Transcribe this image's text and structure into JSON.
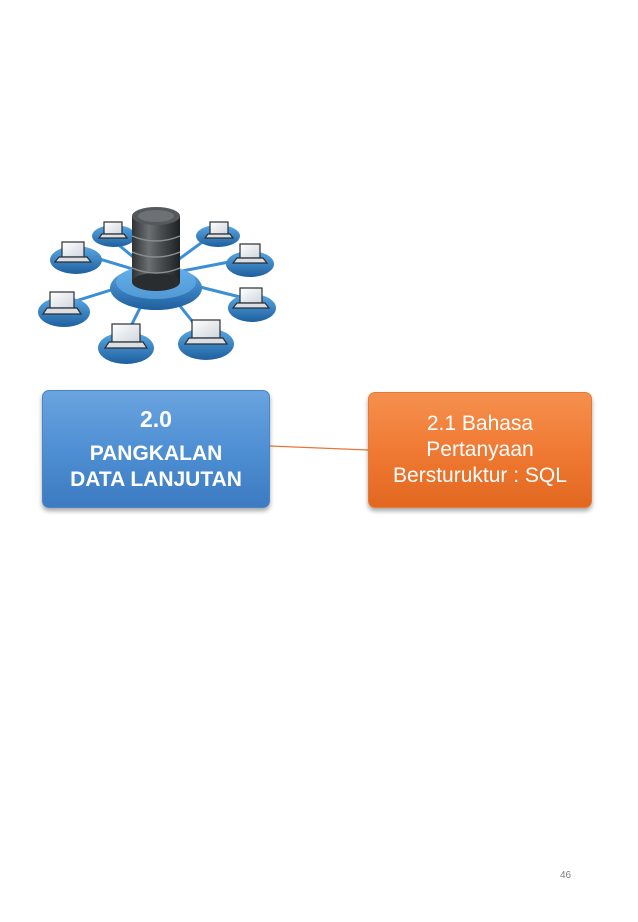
{
  "node_main": {
    "number": "2.0",
    "title_line1": "PANGKALAN",
    "title_line2": "DATA LANJUTAN",
    "color": "#4f8fd3"
  },
  "node_sub": {
    "title_line1": "2.1 Bahasa",
    "title_line2": "Pertanyaan",
    "title_line3": "Bersturuktur : SQL",
    "color": "#f07a34"
  },
  "connector": {
    "color": "#e8763a"
  },
  "illustration": {
    "icon": "database-network-icon"
  },
  "page_number": "46"
}
